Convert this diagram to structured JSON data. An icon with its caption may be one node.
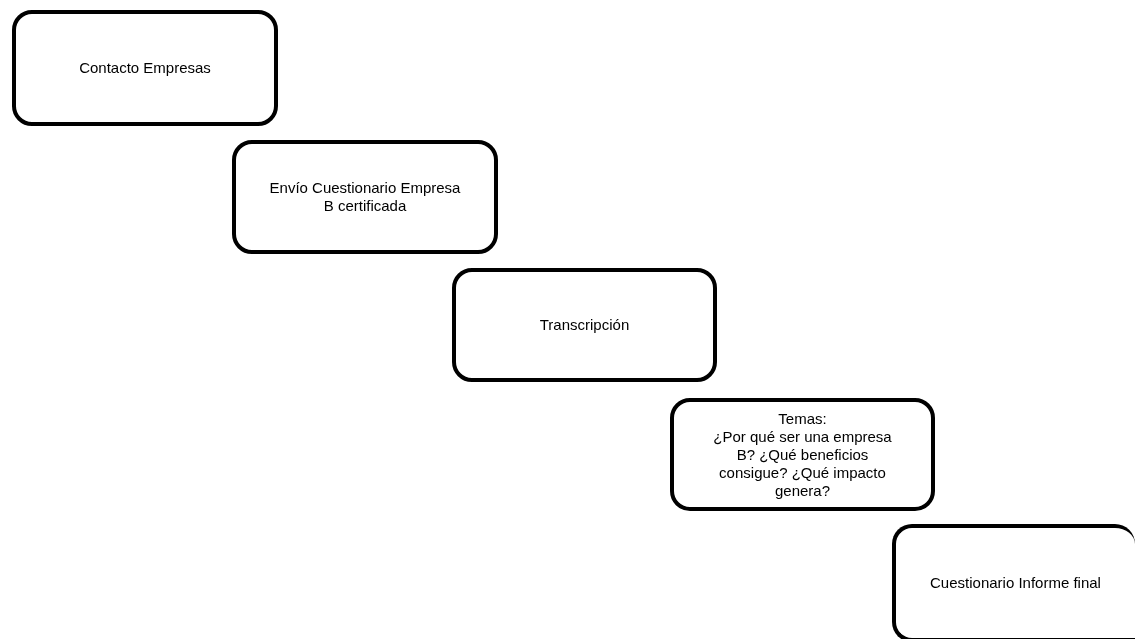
{
  "diagram": {
    "nodes": [
      {
        "text": [
          "Contacto Empresas"
        ]
      },
      {
        "text": [
          "Envío Cuestionario Empresa B certificada"
        ]
      },
      {
        "text": [
          "Transcripción"
        ]
      },
      {
        "text": [
          "Temas:",
          "¿Por qué ser una empresa B? ¿Qué beneficios consigue? ¿Qué impacto genera?"
        ]
      },
      {
        "text": [
          "Cuestionario Informe final"
        ]
      }
    ]
  }
}
